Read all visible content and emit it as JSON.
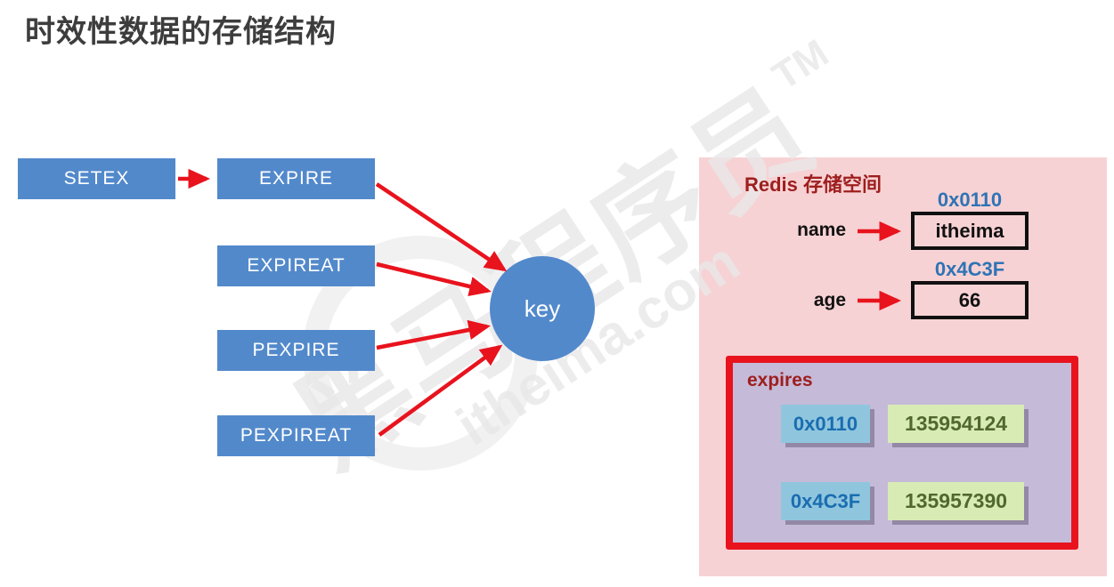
{
  "title": "时效性数据的存储结构",
  "diagram": {
    "commands": [
      {
        "label": "SETEX"
      },
      {
        "label": "EXPIRE"
      },
      {
        "label": "EXPIREAT"
      },
      {
        "label": "PEXPIRE"
      },
      {
        "label": "PEXPIREAT"
      }
    ],
    "key_node": {
      "label": "key"
    }
  },
  "redis_panel": {
    "title": "Redis 存储空间",
    "entries": [
      {
        "key": "name",
        "address": "0x0110",
        "value": "itheima"
      },
      {
        "key": "age",
        "address": "0x4C3F",
        "value": "66"
      }
    ],
    "expires": {
      "label": "expires",
      "rows": [
        {
          "address": "0x0110",
          "timestamp": "135954124"
        },
        {
          "address": "0x4C3F",
          "timestamp": "135957390"
        }
      ]
    }
  },
  "watermark": {
    "brand": "黑马程序员",
    "tm": "TM",
    "domain": "itheima.com"
  },
  "colors": {
    "box_blue": "#5289CB",
    "arrow_red": "#E8131D",
    "panel_pink": "#F7D2D4",
    "panel_title_red": "#9E1E1E",
    "expires_fill": "#C5BAD8",
    "expires_border_red": "#E8131D",
    "address_blue": "#2E74B5",
    "chip_blue_bg": "#8FC6DE",
    "chip_blue_text": "#1B6DB0",
    "chip_green_bg": "#D8EBB5",
    "chip_green_text": "#50682E",
    "title_gray": "#3D3D3D"
  }
}
